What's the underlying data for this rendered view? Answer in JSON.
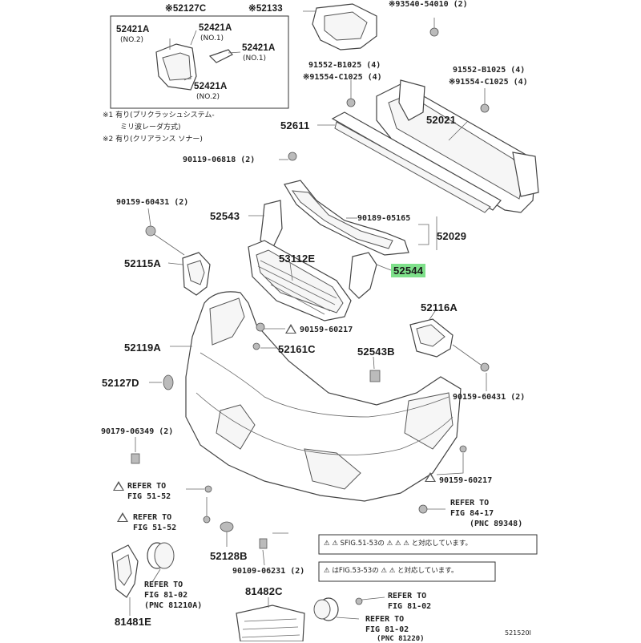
{
  "diagram": {
    "labels": {
      "p52127C": "※52127C",
      "p52133": "※52133",
      "p93540": "※93540-54010 (2)",
      "p52421A_1": "52421A",
      "p52421A_1n": "(NO.2)",
      "p52421A_2": "52421A",
      "p52421A_2n": "(NO.1)",
      "p52421A_3": "52421A",
      "p52421A_3n": "(NO.1)",
      "p52421A_4": "52421A",
      "p52421A_4n": "(NO.2)",
      "p91552a": "91552-B1025 (4)",
      "p91554a": "※91554-C1025 (4)",
      "p91552b": "91552-B1025 (4)",
      "p91554b": "※91554-C1025 (4)",
      "note1": "※1 有り(プリクラッシュシステム-",
      "note1b": "ミリ波レーダ方式)",
      "note2": "※2 有り(クリアランス ソナー)",
      "p52611": "52611",
      "p52021": "52021",
      "p90119": "90119-06818 (2)",
      "p90159a": "90159-60431 (2)",
      "p52543": "52543",
      "p90189": "90189-05165",
      "p52029": "52029",
      "p52115A": "52115A",
      "p53112E": "53112E",
      "p52544": "52544",
      "p52116A": "52116A",
      "p90159b": "90159-60217",
      "p52119A": "52119A",
      "p52161C": "52161C",
      "p52543B": "52543B",
      "p52127D": "52127D",
      "p90159c": "90159-60431 (2)",
      "p90179": "90179-06349 (2)",
      "p90159d": "90159-60217",
      "ref1a": "REFER TO",
      "ref1b": "FIG 51-52",
      "ref2a": "REFER TO",
      "ref2b": "FIG 51-52",
      "ref3a": "REFER TO",
      "ref3b": "FIG 84-17",
      "ref3c": "(PNC 89348)",
      "p52128B": "52128B",
      "p90109": "90109-06231 (2)",
      "notebox1": "⚠ ⚠ SFIG.51-53の ⚠ ⚠ ⚠ と対応しています。",
      "notebox2": "⚠ はFIG.53-53の ⚠ ⚠ と対応しています。",
      "ref4a": "REFER TO",
      "ref4b": "FIG 81-02",
      "ref4c": "(PNC 81210A)",
      "p81482C": "81482C",
      "ref5a": "REFER TO",
      "ref5b": "FIG 81-02",
      "p81481E": "81481E",
      "ref6a": "REFER TO",
      "ref6b": "FIG 81-02",
      "ref6c": "(PNC 81220)",
      "pageid": "521520I"
    },
    "highlight_color": "#7ee08a"
  }
}
